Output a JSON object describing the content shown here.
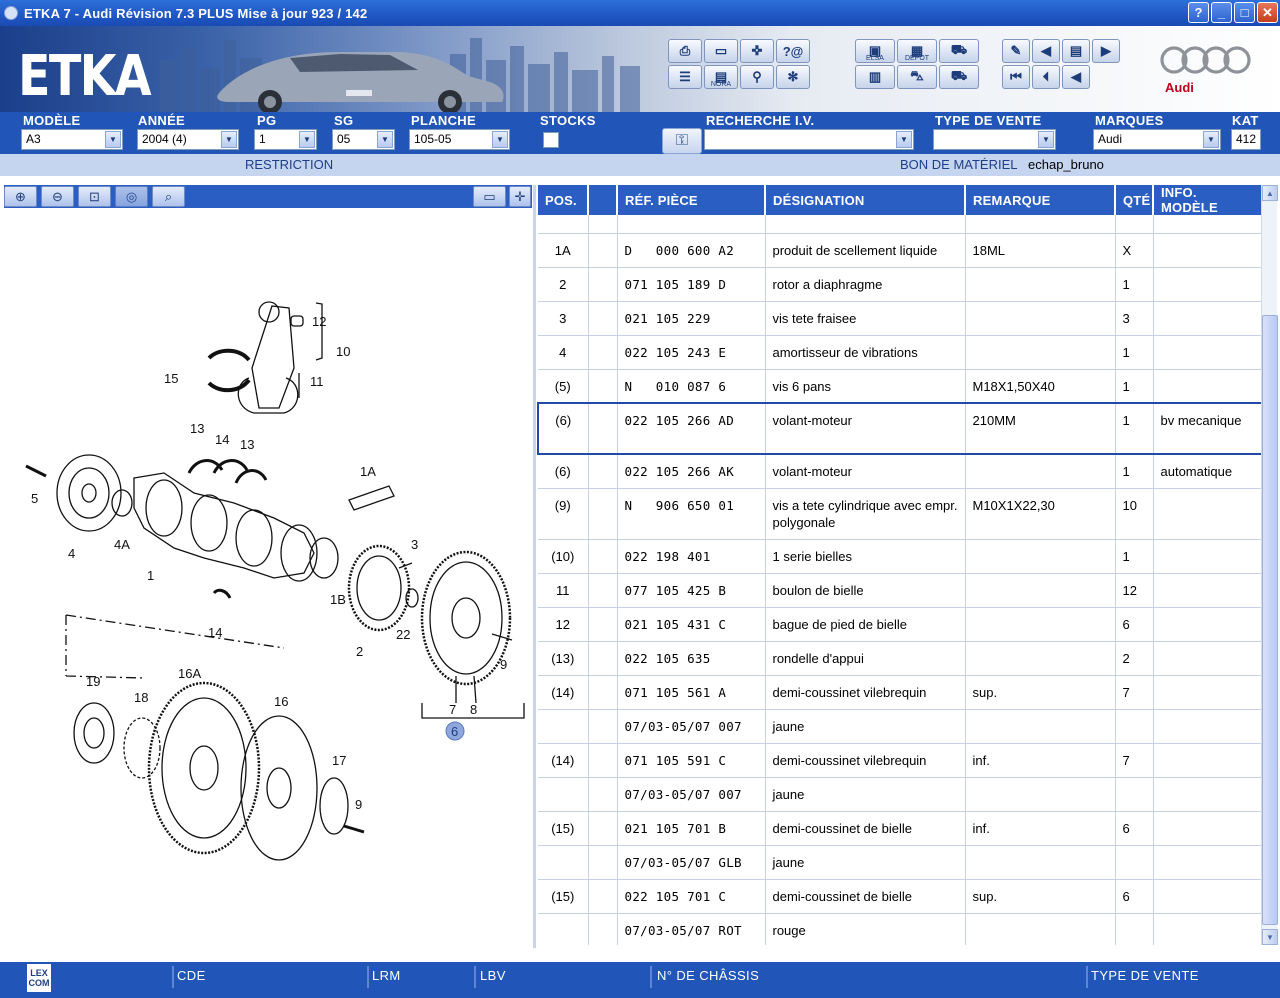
{
  "window": {
    "title": "ETKA 7 - Audi Révision 7.3 PLUS Mise à jour 923 / 142",
    "buttons": [
      "?",
      "_",
      "□",
      "✕"
    ]
  },
  "banner": {
    "logo": "ETKA",
    "brand": "Audi",
    "toolbar_sub_labels": {
      "elsa": "ELSA",
      "depot": "DEPOT",
      "nora": "NORA"
    }
  },
  "selectors": {
    "modele": {
      "label": "MODÈLE",
      "value": "A3"
    },
    "annee": {
      "label": "ANNÉE",
      "value": "2004 (4)"
    },
    "pg": {
      "label": "PG",
      "value": "1"
    },
    "sg": {
      "label": "SG",
      "value": "05"
    },
    "planche": {
      "label": "PLANCHE",
      "value": "105-05"
    },
    "stocks": {
      "label": "STOCKS"
    },
    "recherche": {
      "label": "RECHERCHE I.V.",
      "value": ""
    },
    "type_vente": {
      "label": "TYPE DE VENTE",
      "value": ""
    },
    "marques": {
      "label": "MARQUES",
      "value": "Audi"
    },
    "kat": {
      "label": "KAT",
      "value": "412"
    }
  },
  "restriction": {
    "label": "RESTRICTION",
    "bon_label": "BON DE MATÉRIEL",
    "bon_value": "echap_bruno"
  },
  "illustration": {
    "callouts": [
      "12",
      "10",
      "15",
      "11",
      "13",
      "14",
      "13",
      "1A",
      "5",
      "4",
      "4A",
      "1",
      "3",
      "1B",
      "22",
      "2",
      "14",
      "9",
      "19",
      "18",
      "16A",
      "16",
      "17",
      "9",
      "7",
      "8",
      "6"
    ]
  },
  "table": {
    "headers": [
      "POS.",
      "",
      "RÉF. PIÈCE",
      "DÉSIGNATION",
      "REMARQUE",
      "QTÉ",
      "INFO. MODÈLE"
    ],
    "rows": [
      {
        "pos": "1A",
        "ref": "D   000 600 A2",
        "des": "produit de scellement liquide",
        "rem": "18ML",
        "qte": "X",
        "info": ""
      },
      {
        "pos": "2",
        "ref": "071 105 189 D",
        "des": "rotor a diaphragme",
        "rem": "",
        "qte": "1",
        "info": ""
      },
      {
        "pos": "3",
        "ref": "021 105 229",
        "des": "vis tete fraisee",
        "rem": "",
        "qte": "3",
        "info": ""
      },
      {
        "pos": "4",
        "ref": "022 105 243 E",
        "des": "amortisseur de vibrations",
        "rem": "",
        "qte": "1",
        "info": ""
      },
      {
        "pos": "(5)",
        "ref": "N   010 087 6",
        "des": "vis 6 pans",
        "rem": "M18X1,50X40",
        "qte": "1",
        "info": ""
      },
      {
        "pos": "(6)",
        "ref": "022 105 266 AD",
        "des": "volant-moteur",
        "rem": "210MM",
        "qte": "1",
        "info": "bv mecanique"
      },
      {
        "pos": "(6)",
        "ref": "022 105 266 AK",
        "des": "volant-moteur",
        "rem": "",
        "qte": "1",
        "info": "automatique"
      },
      {
        "pos": "(9)",
        "ref": "N   906 650 01",
        "des": "vis a tete cylindrique avec empr. polygonale",
        "rem": "M10X1X22,30",
        "qte": "10",
        "info": ""
      },
      {
        "pos": "(10)",
        "ref": "022 198 401",
        "des": "1 serie bielles",
        "rem": "",
        "qte": "1",
        "info": ""
      },
      {
        "pos": "11",
        "ref": "077 105 425 B",
        "des": "boulon de bielle",
        "rem": "",
        "qte": "12",
        "info": ""
      },
      {
        "pos": "12",
        "ref": "021 105 431 C",
        "des": "bague de pied de bielle",
        "rem": "",
        "qte": "6",
        "info": ""
      },
      {
        "pos": "(13)",
        "ref": "022 105 635",
        "des": "rondelle d'appui",
        "rem": "",
        "qte": "2",
        "info": ""
      },
      {
        "pos": "(14)",
        "ref": "071 105 561 A",
        "des": "demi-coussinet vilebrequin",
        "rem": "sup.",
        "qte": "7",
        "info": ""
      },
      {
        "pos": "",
        "ref": "07/03-05/07 007",
        "des": "jaune",
        "rem": "",
        "qte": "",
        "info": ""
      },
      {
        "pos": "(14)",
        "ref": "071 105 591 C",
        "des": "demi-coussinet vilebrequin",
        "rem": "inf.",
        "qte": "7",
        "info": ""
      },
      {
        "pos": "",
        "ref": "07/03-05/07 007",
        "des": "jaune",
        "rem": "",
        "qte": "",
        "info": ""
      },
      {
        "pos": "(15)",
        "ref": "021 105 701 B",
        "des": "demi-coussinet de bielle",
        "rem": "inf.",
        "qte": "6",
        "info": ""
      },
      {
        "pos": "",
        "ref": "07/03-05/07 GLB",
        "des": "jaune",
        "rem": "",
        "qte": "",
        "info": ""
      },
      {
        "pos": "(15)",
        "ref": "022 105 701 C",
        "des": "demi-coussinet de bielle",
        "rem": "sup.",
        "qte": "6",
        "info": ""
      },
      {
        "pos": "",
        "ref": "07/03-05/07 ROT",
        "des": "rouge",
        "rem": "",
        "qte": "",
        "info": ""
      }
    ]
  },
  "bottombar": {
    "logo_line1": "LEX",
    "logo_line2": "COM",
    "buttons": [
      "CDE",
      "LRM",
      "LBV",
      "N° DE CHÂSSIS",
      "TYPE DE VENTE"
    ]
  },
  "colors": {
    "accent": "#2156b8",
    "header": "#2a5ec2",
    "restriction_bg": "#c6d5ef",
    "audi_red": "#c0001a"
  }
}
